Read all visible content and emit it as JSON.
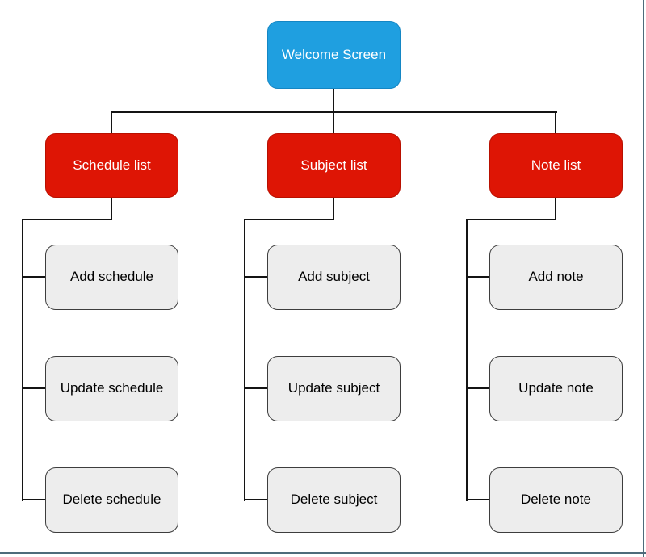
{
  "palette": {
    "root_fill": "#1f9fe0",
    "root_border": "#1486c4",
    "branch_fill": "#de1505",
    "branch_border": "#b81000",
    "leaf_fill": "#ededed",
    "leaf_border": "#3d3d3d",
    "node_text_light": "#ffffff",
    "node_text_dark": "#000000",
    "connector": "#141414",
    "frame_border": "#4d6b7a"
  },
  "tree": {
    "root": {
      "label": "Welcome Screen"
    },
    "branches": [
      {
        "label": "Schedule list",
        "children": [
          {
            "label": "Add schedule"
          },
          {
            "label": "Update schedule"
          },
          {
            "label": "Delete schedule"
          }
        ]
      },
      {
        "label": "Subject list",
        "children": [
          {
            "label": "Add subject"
          },
          {
            "label": "Update subject"
          },
          {
            "label": "Delete subject"
          }
        ]
      },
      {
        "label": "Note list",
        "children": [
          {
            "label": "Add note"
          },
          {
            "label": "Update note"
          },
          {
            "label": "Delete note"
          }
        ]
      }
    ]
  }
}
